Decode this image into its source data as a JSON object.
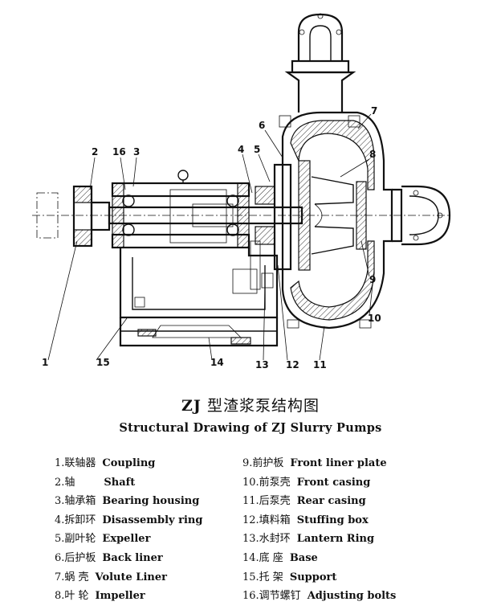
{
  "diagram": {
    "callouts": [
      {
        "num": "1"
      },
      {
        "num": "2"
      },
      {
        "num": "16"
      },
      {
        "num": "3"
      },
      {
        "num": "4"
      },
      {
        "num": "5"
      },
      {
        "num": "6"
      },
      {
        "num": "7"
      },
      {
        "num": "8"
      },
      {
        "num": "9"
      },
      {
        "num": "10"
      },
      {
        "num": "11"
      },
      {
        "num": "12"
      },
      {
        "num": "13"
      },
      {
        "num": "14"
      },
      {
        "num": "15"
      }
    ]
  },
  "title_cn": {
    "prefix": "ZJ",
    "text": "型渣浆泵结构图"
  },
  "title_en": "Structural Drawing of ZJ Slurry Pumps",
  "legend_left": [
    {
      "cn": "1.联轴器",
      "en": "Coupling"
    },
    {
      "cn": "2.轴",
      "en": "Shaft"
    },
    {
      "cn": "3.轴承箱",
      "en": "Bearing housing"
    },
    {
      "cn": "4.拆卸环",
      "en": "Disassembly ring"
    },
    {
      "cn": "5.副叶轮",
      "en": "Expeller"
    },
    {
      "cn": "6.后护板",
      "en": "Back liner"
    },
    {
      "cn": "7.蜗 壳",
      "en": "Volute Liner"
    },
    {
      "cn": "8.叶 轮",
      "en": "Impeller"
    }
  ],
  "legend_right": [
    {
      "cn": "9.前护板",
      "en": "Front liner plate"
    },
    {
      "cn": "10.前泵壳",
      "en": "Front casing"
    },
    {
      "cn": "11.后泵壳",
      "en": "Rear casing"
    },
    {
      "cn": "12.填料箱",
      "en": "Stuffing box"
    },
    {
      "cn": "13.水封环",
      "en": "Lantern Ring"
    },
    {
      "cn": "14.底 座",
      "en": "Base"
    },
    {
      "cn": "15.托 架",
      "en": "Support"
    },
    {
      "cn": "16.调节螺钉",
      "en": "Adjusting bolts"
    }
  ]
}
